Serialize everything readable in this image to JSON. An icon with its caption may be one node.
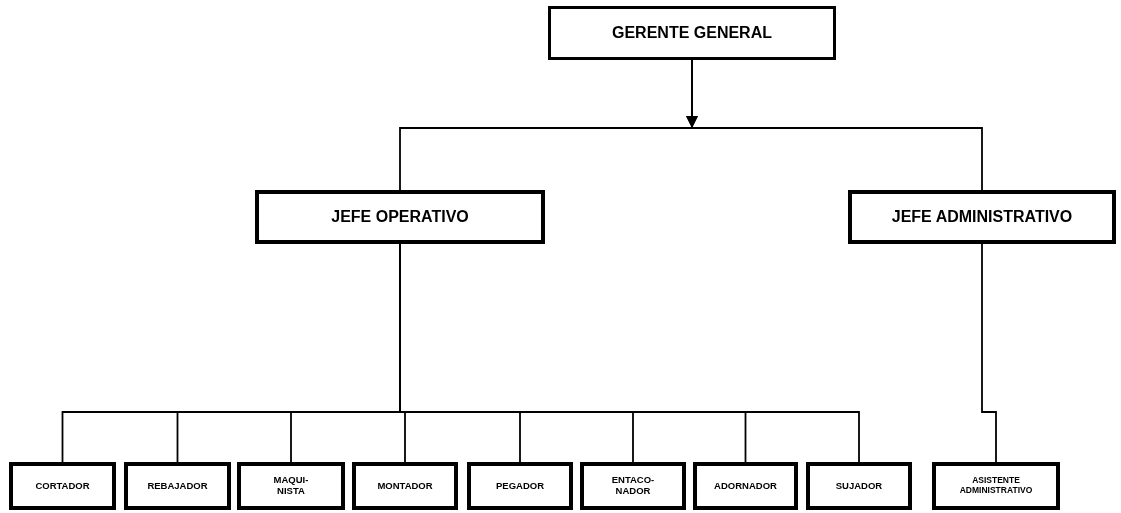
{
  "diagram": {
    "nodes": [
      {
        "text": [
          "GERENTE GENERAL"
        ]
      },
      {
        "text": [
          "JEFE OPERATIVO"
        ]
      },
      {
        "text": [
          "JEFE ADMINISTRATIVO"
        ]
      },
      {
        "text": [
          "CORTADOR"
        ]
      },
      {
        "text": [
          "REBAJADOR"
        ]
      },
      {
        "text": [
          "MAQUI- NISTA"
        ]
      },
      {
        "text": [
          "MONTADOR"
        ]
      },
      {
        "text": [
          "PEGADOR"
        ]
      },
      {
        "text": [
          "ENTACO- NADOR"
        ]
      },
      {
        "text": [
          "ADORNADOR"
        ]
      },
      {
        "text": [
          "SUJADOR"
        ]
      },
      {
        "text": [
          "ASISTENTE ADMINISTRATIVO"
        ]
      }
    ],
    "edges": [
      {
        "from": 0,
        "to": 1,
        "arrow": "to"
      },
      {
        "from": 0,
        "to": 2,
        "arrow": "to"
      },
      {
        "from": 1,
        "to": 3,
        "arrow": "none"
      },
      {
        "from": 1,
        "to": 4,
        "arrow": "none"
      },
      {
        "from": 1,
        "to": 5,
        "arrow": "none"
      },
      {
        "from": 1,
        "to": 6,
        "arrow": "none"
      },
      {
        "from": 1,
        "to": 7,
        "arrow": "none"
      },
      {
        "from": 1,
        "to": 8,
        "arrow": "none"
      },
      {
        "from": 1,
        "to": 9,
        "arrow": "none"
      },
      {
        "from": 1,
        "to": 10,
        "arrow": "none"
      },
      {
        "from": 2,
        "to": 11,
        "arrow": "none"
      }
    ]
  }
}
